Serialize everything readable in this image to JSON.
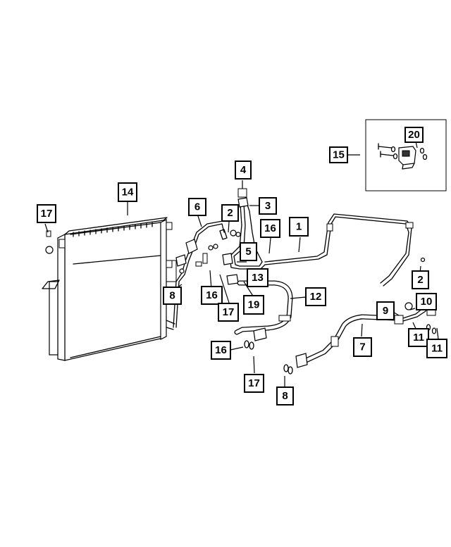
{
  "diagram": {
    "callouts": [
      {
        "id": "c20",
        "text": "20"
      },
      {
        "id": "c15",
        "text": "15"
      },
      {
        "id": "c4",
        "text": "4"
      },
      {
        "id": "c14",
        "text": "14"
      },
      {
        "id": "c17a",
        "text": "17"
      },
      {
        "id": "c6",
        "text": "6"
      },
      {
        "id": "c2a",
        "text": "2"
      },
      {
        "id": "c3",
        "text": "3"
      },
      {
        "id": "c1",
        "text": "1"
      },
      {
        "id": "c16a",
        "text": "16"
      },
      {
        "id": "c5",
        "text": "5"
      },
      {
        "id": "c13",
        "text": "13"
      },
      {
        "id": "c2b",
        "text": "2"
      },
      {
        "id": "c8a",
        "text": "8"
      },
      {
        "id": "c16b",
        "text": "16"
      },
      {
        "id": "c19",
        "text": "19"
      },
      {
        "id": "c12",
        "text": "12"
      },
      {
        "id": "c17b",
        "text": "17"
      },
      {
        "id": "c10",
        "text": "10"
      },
      {
        "id": "c9",
        "text": "9"
      },
      {
        "id": "c11a",
        "text": "11"
      },
      {
        "id": "c11b",
        "text": "11"
      },
      {
        "id": "c7",
        "text": "7"
      },
      {
        "id": "c16c",
        "text": "16"
      },
      {
        "id": "c17c",
        "text": "17"
      },
      {
        "id": "c8b",
        "text": "8"
      }
    ]
  }
}
